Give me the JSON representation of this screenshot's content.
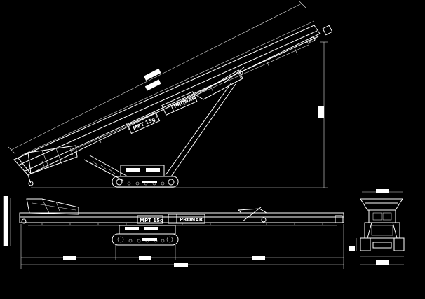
{
  "drawing": {
    "model_label_inclined": "MPT 15g",
    "model_label_horizontal": "MPT 15g",
    "brand_inclined": "PRONAR",
    "brand_horizontal": "PRONAR"
  },
  "colors": {
    "background": "#000000",
    "linework": "#ffffff"
  }
}
